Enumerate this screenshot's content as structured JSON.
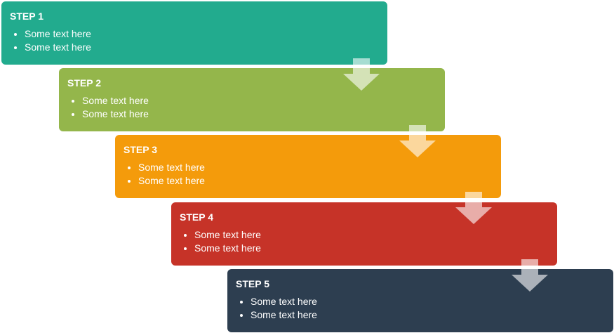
{
  "steps": [
    {
      "title": "STEP 1",
      "items": [
        "Some text here",
        "Some text here"
      ],
      "color": "#22ab8e"
    },
    {
      "title": "STEP 2",
      "items": [
        "Some text here",
        "Some text here"
      ],
      "color": "#94b64b"
    },
    {
      "title": "STEP 3",
      "items": [
        "Some text here",
        "Some text here"
      ],
      "color": "#f49b0b"
    },
    {
      "title": "STEP 4",
      "items": [
        "Some text here",
        "Some text here"
      ],
      "color": "#c63328"
    },
    {
      "title": "STEP 5",
      "items": [
        "Some text here",
        "Some text here"
      ],
      "color": "#2d3e50"
    }
  ],
  "arrow_color": "rgba(255,255,255,0.6)",
  "arrow_icon": "down-arrow-icon"
}
